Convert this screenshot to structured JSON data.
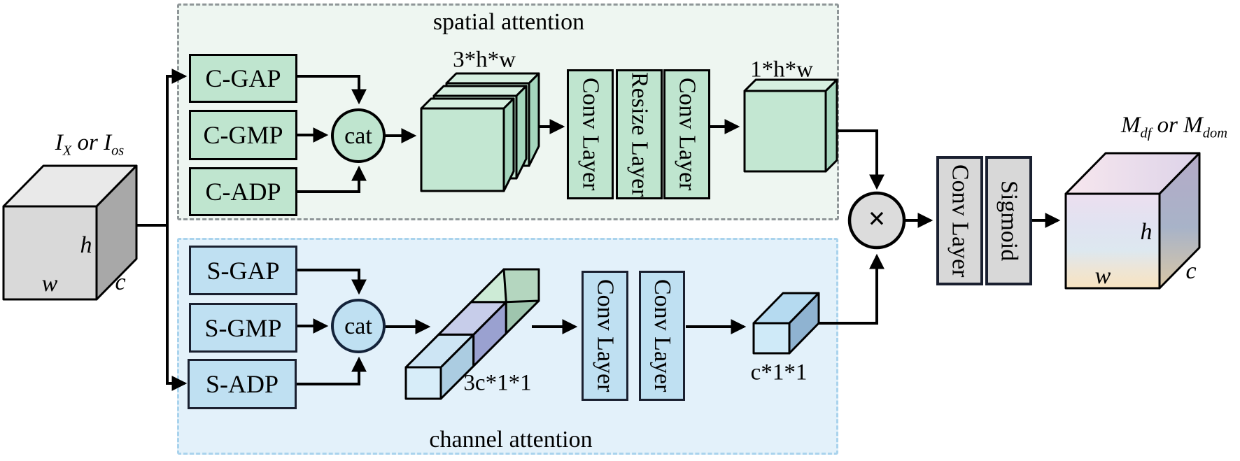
{
  "input_cube": {
    "label": {
      "base1": "I",
      "sub1": "X",
      "mid": " or ",
      "base2": "I",
      "sub2": "os"
    },
    "dims": {
      "height": "h",
      "width": "w",
      "channels": "c"
    }
  },
  "spatial_attention": {
    "title": "spatial attention",
    "pools": [
      "C-GAP",
      "C-GMP",
      "C-ADP"
    ],
    "concat_label": "cat",
    "stack_label": "3*h*w",
    "layers": [
      "Conv Layer",
      "Resize Layer",
      "Conv Layer"
    ],
    "output_label": "1*h*w"
  },
  "channel_attention": {
    "title": "channel attention",
    "pools": [
      "S-GAP",
      "S-GMP",
      "S-ADP"
    ],
    "concat_label": "cat",
    "bar_label": "3c*1*1",
    "layers": [
      "Conv Layer",
      "Conv Layer"
    ],
    "output_label": "c*1*1"
  },
  "fusion": {
    "multiply_symbol": "×",
    "layers": [
      "Conv Layer",
      "Sigmoid"
    ]
  },
  "output_cube": {
    "label": {
      "base1": "M",
      "sub1": "df",
      "mid": " or ",
      "base2": "M",
      "sub2": "dom"
    },
    "dims": {
      "height": "h",
      "width": "w",
      "channels": "c"
    }
  },
  "colors": {
    "green_fill": "#bfe5cf",
    "green_region_bg": "#eef6f1",
    "blue_fill": "#bfe0f2",
    "blue_region_bg": "#e3f1fa",
    "gray_fill": "#d8d8d8",
    "spatial_border": "#8f9698",
    "channel_border": "#a9d3ed",
    "stroke": "#000000",
    "dark_border": "#1a2030"
  }
}
